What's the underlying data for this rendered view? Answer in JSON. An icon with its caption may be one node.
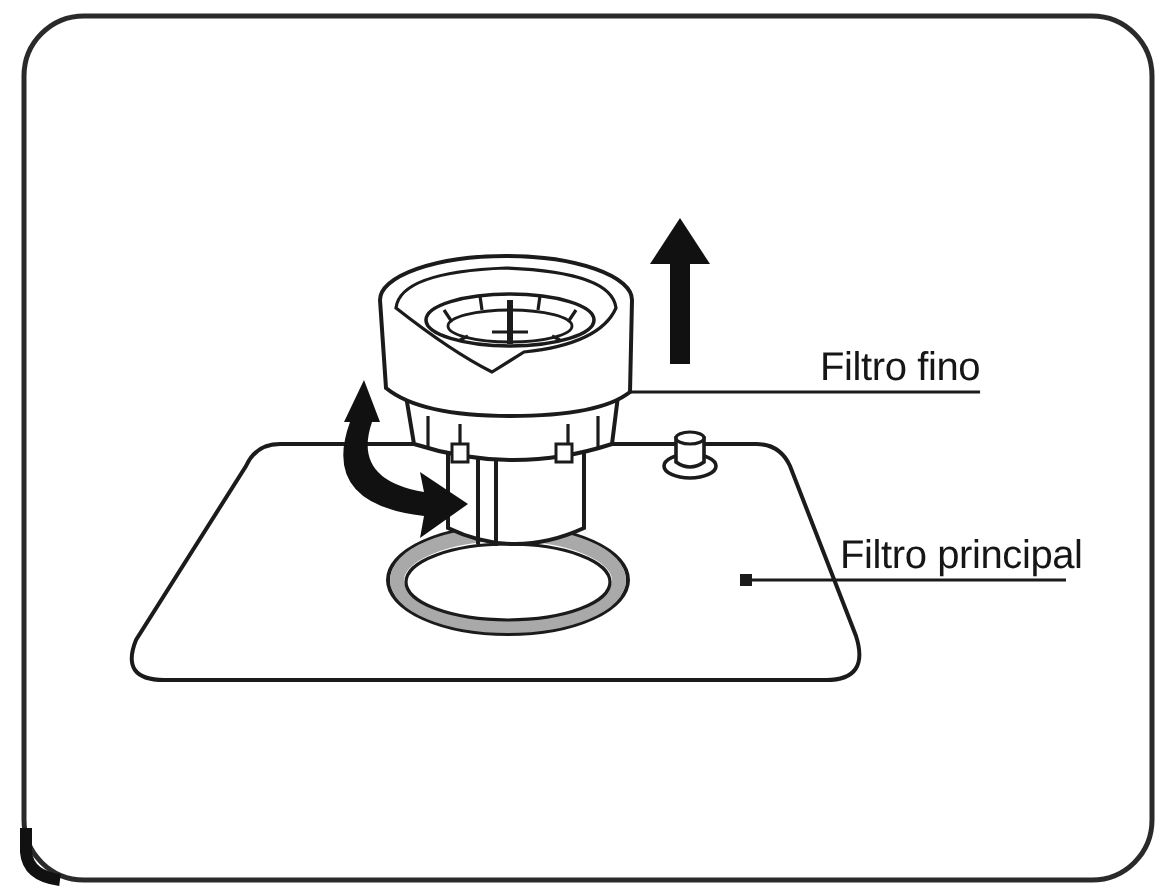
{
  "diagram": {
    "nodes": [
      {
        "text": [
          "Filtro fino"
        ]
      },
      {
        "text": [],
        "shape": "picture"
      },
      {
        "text": [
          "Filtro principal"
        ]
      },
      {
        "text": [],
        "shape": "picture"
      }
    ],
    "edges": [
      {
        "from": 0,
        "to": 1,
        "arrow": "none"
      },
      {
        "from": 2,
        "to": 3,
        "arrow": "other"
      }
    ]
  }
}
